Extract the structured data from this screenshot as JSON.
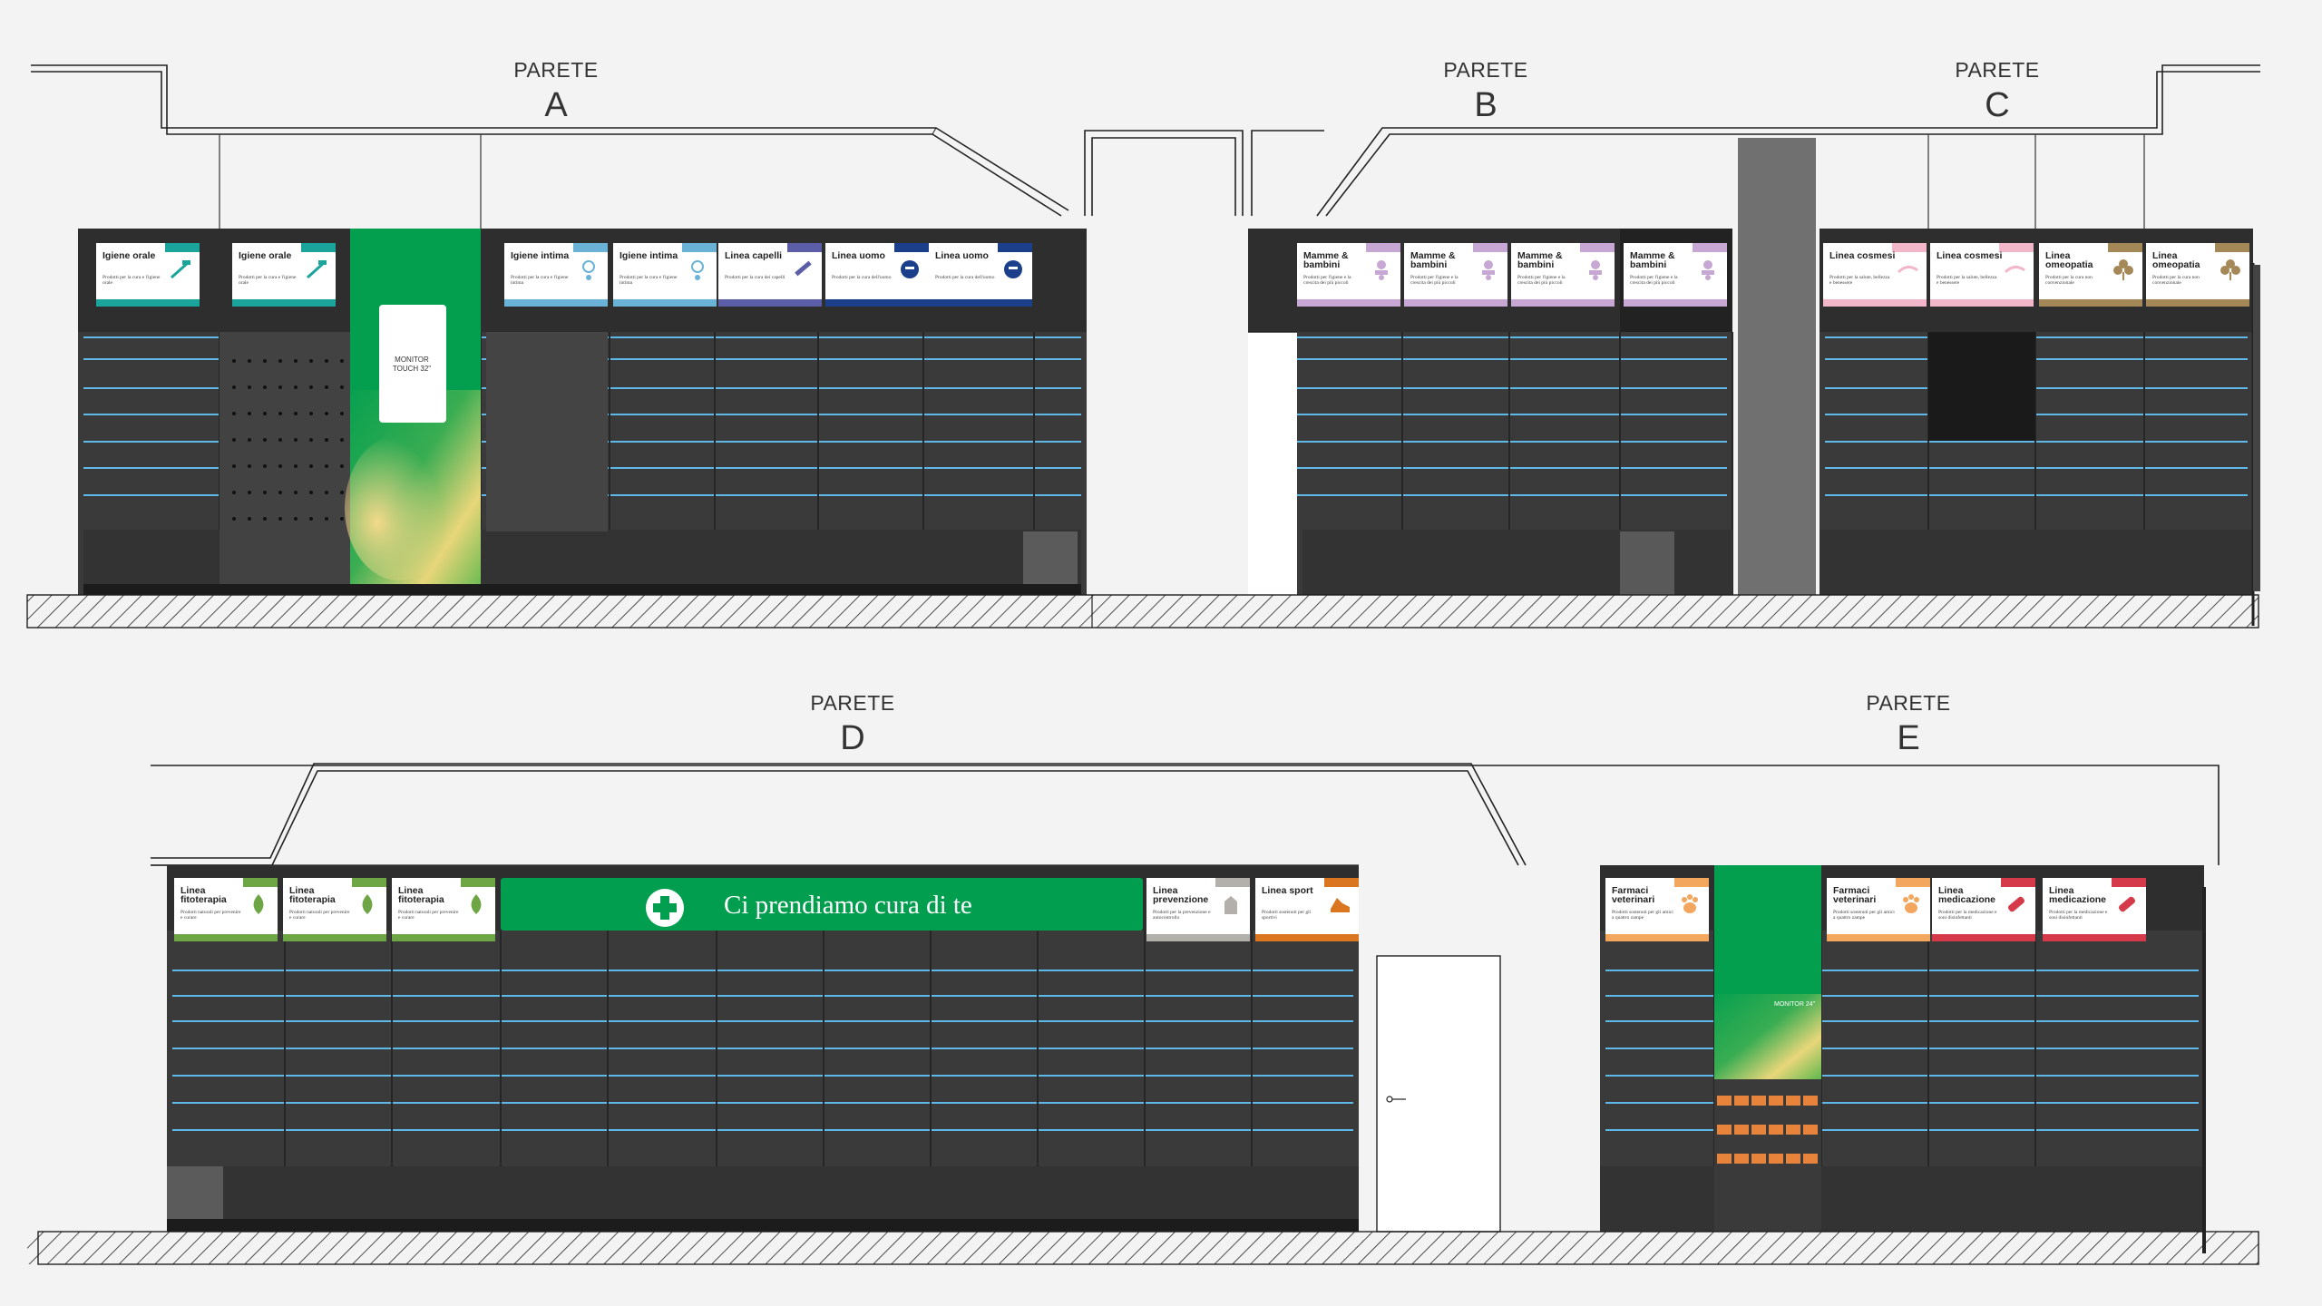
{
  "walls": [
    {
      "word": "PARETE",
      "letter": "A"
    },
    {
      "word": "PARETE",
      "letter": "B"
    },
    {
      "word": "PARETE",
      "letter": "C"
    },
    {
      "word": "PARETE",
      "letter": "D"
    },
    {
      "word": "PARETE",
      "letter": "E"
    }
  ],
  "colors": {
    "background": "#f3f3f3",
    "cabinet": "#3a3a3a",
    "cabinet_top": "#2e2e2e",
    "shelf_line": "#5fb8e8",
    "brand_green": "#029e4f"
  },
  "signs": [
    {
      "title": "Igiene orale",
      "sub": "Prodotti per la cura e l'igiene orale",
      "color": "#1ba49c",
      "icon": "toothbrush-icon"
    },
    {
      "title": "Igiene orale",
      "sub": "Prodotti per la cura e l'igiene orale",
      "color": "#1ba49c",
      "icon": "toothbrush-icon"
    },
    {
      "title": "Igiene intima",
      "sub": "Prodotti per la cura e l'igiene intima",
      "color": "#6bb3d6",
      "icon": "flower-drop-icon"
    },
    {
      "title": "Igiene intima",
      "sub": "Prodotti per la cura e l'igiene intima",
      "color": "#6bb3d6",
      "icon": "flower-drop-icon"
    },
    {
      "title": "Linea capelli",
      "sub": "Prodotti per la cura dei capelli",
      "color": "#5b5ea6",
      "icon": "comb-icon"
    },
    {
      "title": "Linea uomo",
      "sub": "Prodotti per la cura dell'uomo",
      "color": "#1c3f8c",
      "icon": "man-face-icon"
    },
    {
      "title": "Linea uomo",
      "sub": "Prodotti per la cura dell'uomo",
      "color": "#1c3f8c",
      "icon": "man-face-icon"
    },
    {
      "title": "Mamme & bambini",
      "sub": "Prodotti per l'igiene e la crescita dei più piccoli",
      "color": "#c7a7d3",
      "icon": "pacifier-icon"
    },
    {
      "title": "Mamme & bambini",
      "sub": "Prodotti per l'igiene e la crescita dei più piccoli",
      "color": "#c7a7d3",
      "icon": "pacifier-icon"
    },
    {
      "title": "Mamme & bambini",
      "sub": "Prodotti per l'igiene e la crescita dei più piccoli",
      "color": "#c7a7d3",
      "icon": "pacifier-icon"
    },
    {
      "title": "Mamme & bambini",
      "sub": "Prodotti per l'igiene e la crescita dei più piccoli",
      "color": "#c7a7d3",
      "icon": "pacifier-icon"
    },
    {
      "title": "Linea cosmesi",
      "sub": "Prodotti per la salute, bellezza e benessere",
      "color": "#f2b7c8",
      "icon": "hand-cream-icon"
    },
    {
      "title": "Linea cosmesi",
      "sub": "Prodotti per la salute, bellezza e benessere",
      "color": "#f2b7c8",
      "icon": "hand-cream-icon"
    },
    {
      "title": "Linea omeopatia",
      "sub": "Prodotti per la cura non convenzionale",
      "color": "#a48858",
      "icon": "clover-icon"
    },
    {
      "title": "Linea omeopatia",
      "sub": "Prodotti per la cura non convenzionale",
      "color": "#a48858",
      "icon": "clover-icon"
    },
    {
      "title": "Linea fitoterapia",
      "sub": "Prodotti naturali per prevenire e curare",
      "color": "#6ea646",
      "icon": "leaf-icon"
    },
    {
      "title": "Linea fitoterapia",
      "sub": "Prodotti naturali per prevenire e curare",
      "color": "#6ea646",
      "icon": "leaf-icon"
    },
    {
      "title": "Linea fitoterapia",
      "sub": "Prodotti naturali per prevenire e curare",
      "color": "#6ea646",
      "icon": "leaf-icon"
    },
    {
      "title": "Linea prevenzione",
      "sub": "Prodotti per la prevenzione e autocontrollo",
      "color": "#b3b0ab",
      "icon": "device-icon"
    },
    {
      "title": "Linea sport",
      "sub": "Prodotti sostenuti per gli sportivi",
      "color": "#d9761f",
      "icon": "shoe-icon"
    },
    {
      "title": "Farmaci veterinari",
      "sub": "Prodotti sostenuti per gli amici a quattro zampe",
      "color": "#f2a65e",
      "icon": "paw-icon"
    },
    {
      "title": "Farmaci veterinari",
      "sub": "Prodotti sostenuti per gli amici a quattro zampe",
      "color": "#f2a65e",
      "icon": "paw-icon"
    },
    {
      "title": "Linea medicazione",
      "sub": "Prodotti per la medicazione e soni disinfettanti",
      "color": "#d43a4a",
      "icon": "bandage-icon"
    },
    {
      "title": "Linea medicazione",
      "sub": "Prodotti per la medicazione e soni disinfettanti",
      "color": "#d43a4a",
      "icon": "bandage-icon"
    }
  ],
  "banner": {
    "text": "Ci prendiamo cura di te",
    "icon": "pharmacy-cross-icon"
  },
  "monitors": {
    "touch": "MONITOR TOUCH 32\"",
    "small": "MONITOR 24\""
  }
}
